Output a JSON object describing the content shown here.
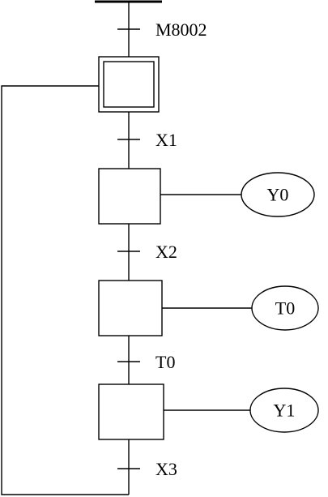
{
  "diagram": {
    "transitions": {
      "t_init": "M8002",
      "t1": "X1",
      "t2": "X2",
      "t3": "T0",
      "t4": "X3"
    },
    "actions": {
      "a1": "Y0",
      "a2": "T0",
      "a3": "Y1"
    }
  }
}
